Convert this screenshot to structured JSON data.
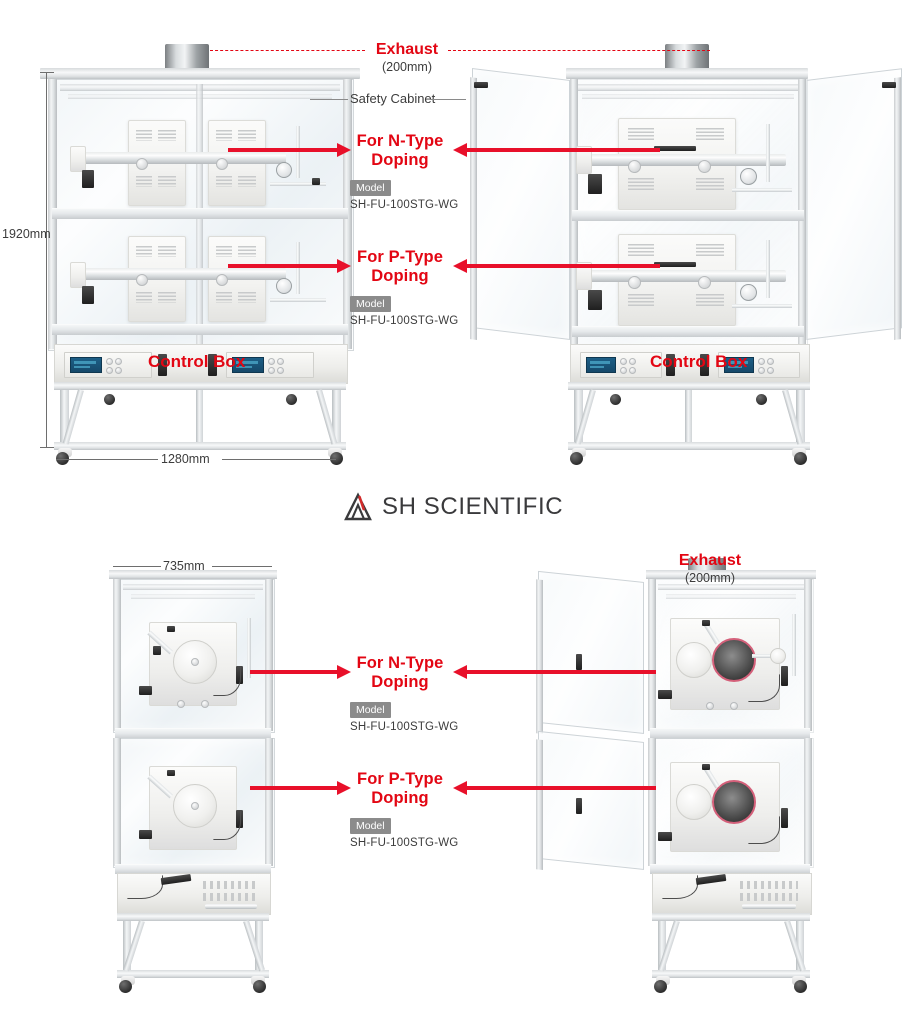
{
  "brand": {
    "name": "SH SCIENTIFIC",
    "logo_icon": "triangle-a-logo",
    "accent_color": "#e30613",
    "text_color": "#3a3a3c"
  },
  "top_section": {
    "exhaust": {
      "label": "Exhaust",
      "size": "(200mm)"
    },
    "safety_cabinet_label": "Safety  Cabinet",
    "control_box_label": "Control Box",
    "dimensions": {
      "height": "1920mm",
      "width": "1280mm"
    },
    "callouts": [
      {
        "title_line1": "For N-Type",
        "title_line2": "Doping",
        "model_label": "Model",
        "model_code": "SH-FU-100STG-WG"
      },
      {
        "title_line1": "For P-Type",
        "title_line2": "Doping",
        "model_label": "Model",
        "model_code": "SH-FU-100STG-WG"
      }
    ]
  },
  "bottom_section": {
    "exhaust": {
      "label": "Exhaust",
      "size": "(200mm)"
    },
    "dimensions": {
      "width": "735mm"
    },
    "callouts": [
      {
        "title_line1": "For N-Type",
        "title_line2": "Doping",
        "model_label": "Model",
        "model_code": "SH-FU-100STG-WG"
      },
      {
        "title_line1": "For P-Type",
        "title_line2": "Doping",
        "model_label": "Model",
        "model_code": "SH-FU-100STG-WG"
      }
    ]
  }
}
